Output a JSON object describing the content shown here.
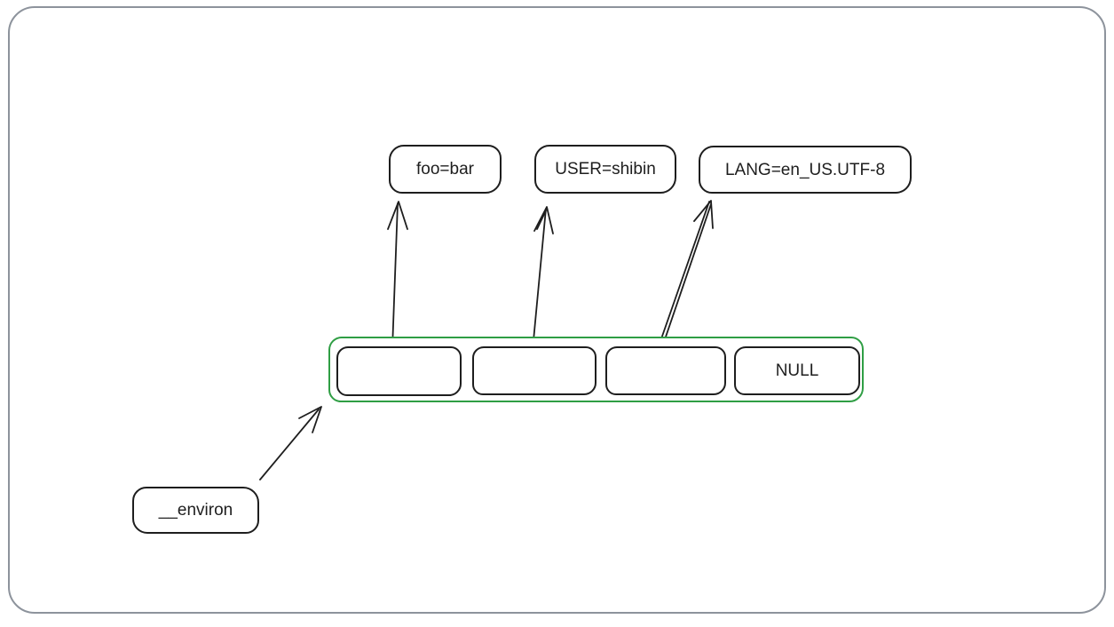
{
  "theme": {
    "stroke": "#1e1e1e",
    "green": "#2f9e44",
    "frame": "#8d939c",
    "background": "#ffffff"
  },
  "diagram": {
    "env_strings": [
      {
        "label": "foo=bar"
      },
      {
        "label": "USER=shibin"
      },
      {
        "label": "LANG=en_US.UTF-8"
      }
    ],
    "pointer_array": {
      "cells": [
        {
          "label": ""
        },
        {
          "label": ""
        },
        {
          "label": ""
        },
        {
          "label": "NULL"
        }
      ]
    },
    "environ": {
      "label": "__environ"
    }
  }
}
